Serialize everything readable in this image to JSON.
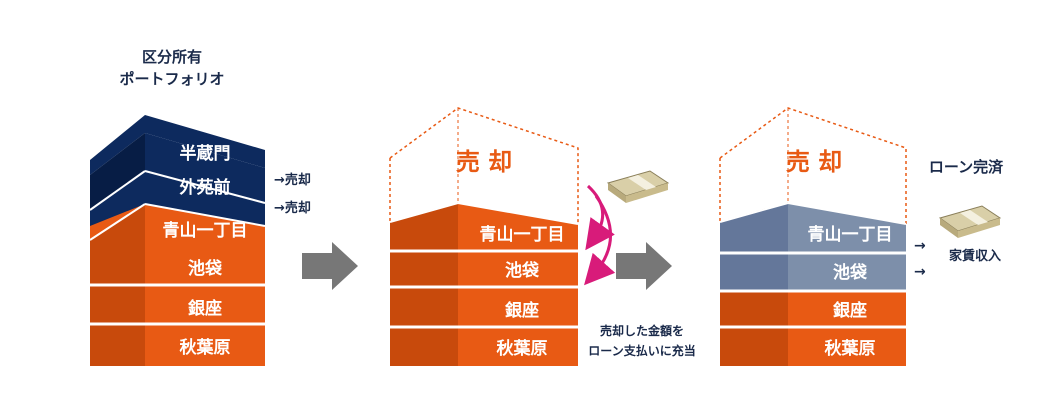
{
  "portfolio": {
    "title_line1": "区分所有",
    "title_line2": "ポートフォリオ"
  },
  "building1": {
    "floors": [
      "半蔵門",
      "外苑前",
      "青山一丁目",
      "池袋",
      "銀座",
      "秋葉原"
    ]
  },
  "sell_notes": [
    "→売却",
    "→売却"
  ],
  "building2": {
    "roof_label": "売 却",
    "floors": [
      "青山一丁目",
      "池袋",
      "銀座",
      "秋葉原"
    ]
  },
  "repay_note": {
    "line1": "売却した金額を",
    "line2": "ローン支払いに充当"
  },
  "building3": {
    "roof_label": "売 却",
    "floors": [
      "青山一丁目",
      "池袋",
      "銀座",
      "秋葉原"
    ]
  },
  "loan_done": "ローン完済",
  "rent_arrows": [
    "→",
    "→"
  ],
  "rent_label": "家賃収入",
  "colors": {
    "navy": "#0d2a5e",
    "navy_side": "#071d45",
    "orange": "#e85a14",
    "orange_side": "#c84a0c",
    "paid": "#7d8faa",
    "paid_side": "#64779a",
    "arrow_gray": "#777777",
    "magenta": "#d81b7a"
  }
}
